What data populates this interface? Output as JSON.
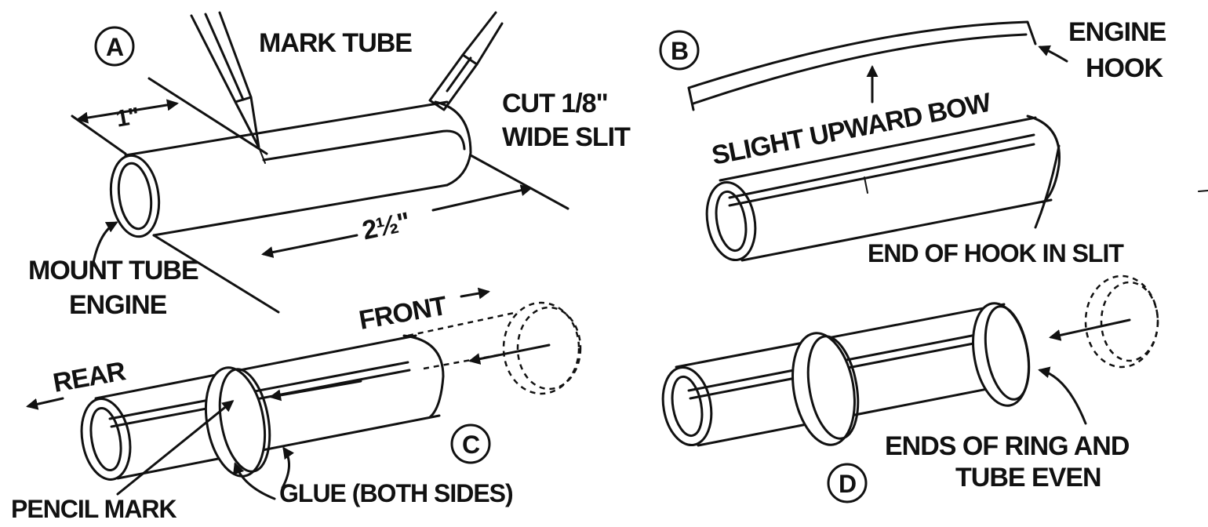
{
  "panels": {
    "a": {
      "badge": "A",
      "mark_tube": "MARK TUBE",
      "cut_line1": "CUT 1/8\"",
      "cut_line2": "WIDE SLIT",
      "dim_1in": "1\"",
      "dim_2half": "2½\"",
      "mount_line1": "MOUNT TUBE",
      "mount_line2": "ENGINE"
    },
    "b": {
      "badge": "B",
      "engine_line1": "ENGINE",
      "engine_line2": "HOOK",
      "bow": "SLIGHT UPWARD BOW",
      "hook_end": "END OF HOOK IN SLIT"
    },
    "c": {
      "badge": "C",
      "front": "FRONT",
      "rear": "REAR",
      "pencil": "PENCIL MARK",
      "glue": "GLUE (BOTH SIDES)"
    },
    "d": {
      "badge": "D",
      "ends_line1": "ENDS OF RING AND",
      "ends_line2": "TUBE EVEN"
    }
  }
}
